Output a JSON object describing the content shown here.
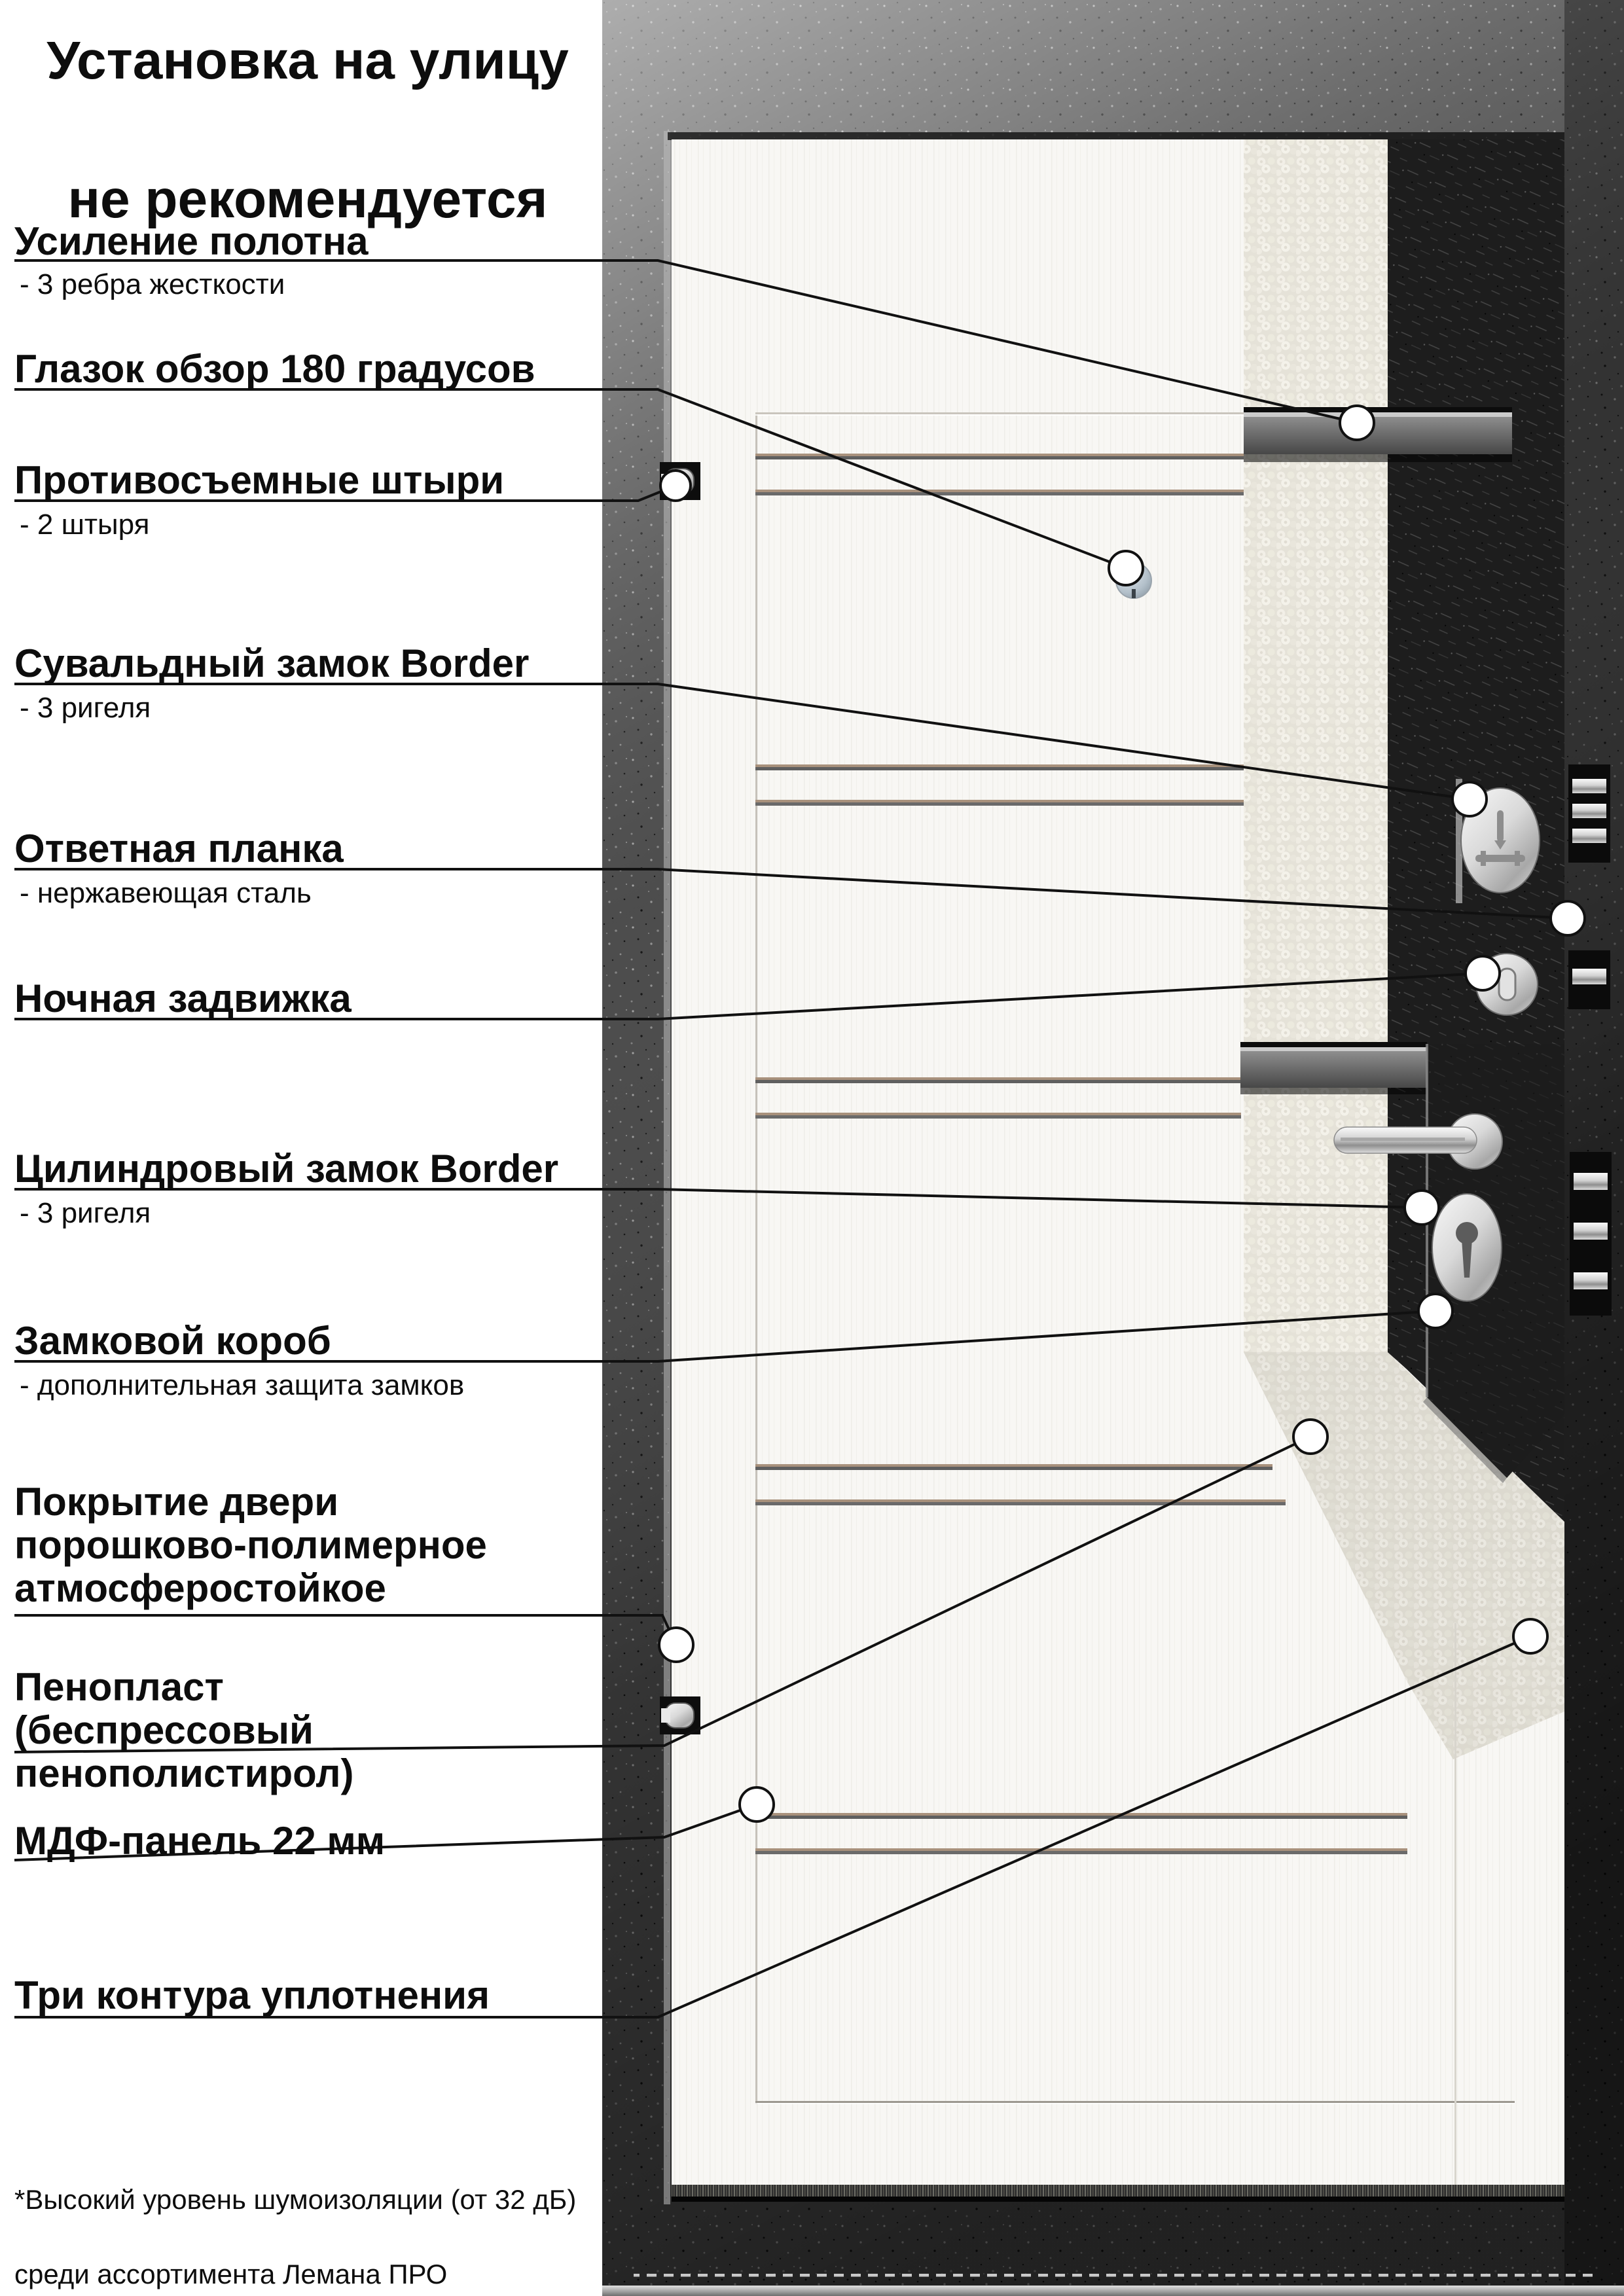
{
  "title": {
    "line1": "Установка на улицу",
    "line2": "не рекомендуется"
  },
  "features": [
    {
      "id": "reinforcement",
      "label": "Усиление полотна",
      "note": "- 3 ребра жесткости"
    },
    {
      "id": "peephole",
      "label": "Глазок обзор 180 градусов",
      "note": ""
    },
    {
      "id": "anti-pry-pins",
      "label": "Противосъемные штыри",
      "note": "- 2 штыря"
    },
    {
      "id": "lever-lock",
      "label": "Сувальдный замок Border",
      "note": "- 3 ригеля"
    },
    {
      "id": "strike-plate",
      "label": "Ответная планка",
      "note": "- нержавеющая сталь"
    },
    {
      "id": "night-latch",
      "label": "Ночная задвижка",
      "note": ""
    },
    {
      "id": "cylinder-lock",
      "label": "Цилиндровый замок Border",
      "note": "- 3 ригеля"
    },
    {
      "id": "lock-box",
      "label": "Замковой короб",
      "note": "- дополнительная защита замков"
    },
    {
      "id": "coating",
      "label": "Покрытие двери\nпорошково-полимерное\nатмосферостойкое",
      "note": ""
    },
    {
      "id": "foam",
      "label": "Пенопласт\n(беспрессовый пенополистирол)",
      "note": ""
    },
    {
      "id": "mdf-panel",
      "label": "МДФ-панель 22 мм",
      "note": ""
    },
    {
      "id": "seal-contours",
      "label": "Три контура уплотнения",
      "note": ""
    }
  ],
  "footnote": {
    "line1": "*Высокий уровень шумоизоляции (от 32 дБ)",
    "line2": "среди ассортимента Лемана ПРО"
  },
  "icons": {
    "door": "steel-door-cutaway-illustration",
    "markers": "white-circle-callout-marker",
    "hardware": [
      "peephole-icon",
      "anti-pry-pin-icon",
      "lever-lock-escutcheon-icon",
      "night-latch-knob-icon",
      "door-handle-icon",
      "cylinder-escutcheon-icon",
      "deadbolt-icon"
    ]
  },
  "colors": {
    "page_bg": "#ffffff",
    "text": "#0d0d0d",
    "frame_dark": "#2b2b2b",
    "frame_light": "#9c9c9c",
    "panel_white": "#f6f5f1",
    "foam": "#e9e6dd",
    "groove_tan": "#a8917c",
    "chrome": "#d7d7d7",
    "leader_line": "#111111"
  }
}
